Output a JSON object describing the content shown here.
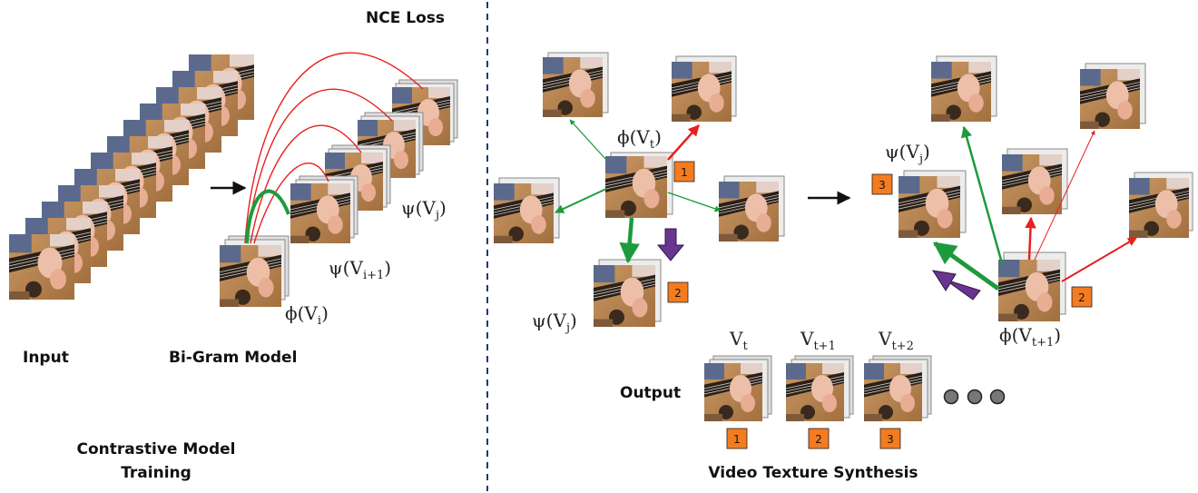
{
  "left_panel": {
    "loss_label": "NCE Loss",
    "input_label": "Input",
    "model_label": "Bi-Gram Model",
    "caption_line1": "Contrastive Model",
    "caption_line2": "Training",
    "phi_vi": {
      "sym": "ϕ(V",
      "sub": "i",
      "close": ")"
    },
    "psi_vi1": {
      "sym": "ψ(V",
      "sub": "i+1",
      "close": ")"
    },
    "psi_vj": {
      "sym": "ψ(V",
      "sub": "j",
      "close": ")"
    }
  },
  "right_panel": {
    "phi_vt": {
      "sym": "ϕ(V",
      "sub": "t",
      "close": ")"
    },
    "psi_vj_left": {
      "sym": "ψ(V",
      "sub": "j",
      "close": ")"
    },
    "psi_vj_right": {
      "sym": "ψ(V",
      "sub": "j",
      "close": ")"
    },
    "phi_vt1": {
      "sym": "ϕ(V",
      "sub": "t+1",
      "close": ")"
    },
    "output_label": "Output",
    "caption": "Video Texture Synthesis",
    "badges": {
      "b1": "1",
      "b2": "2",
      "b3": "3",
      "b4": "2",
      "b5": "1",
      "b6": "2",
      "b7": "3"
    },
    "output_vars": [
      {
        "sym": "V",
        "sub": "t"
      },
      {
        "sym": "V",
        "sub": "t+1"
      },
      {
        "sym": "V",
        "sub": "t+2"
      }
    ]
  },
  "colors": {
    "green": "#1e9a3c",
    "red": "#e8201f",
    "purple": "#6a3590",
    "badge": "#f47b20",
    "divider": "#1f3a6b"
  }
}
